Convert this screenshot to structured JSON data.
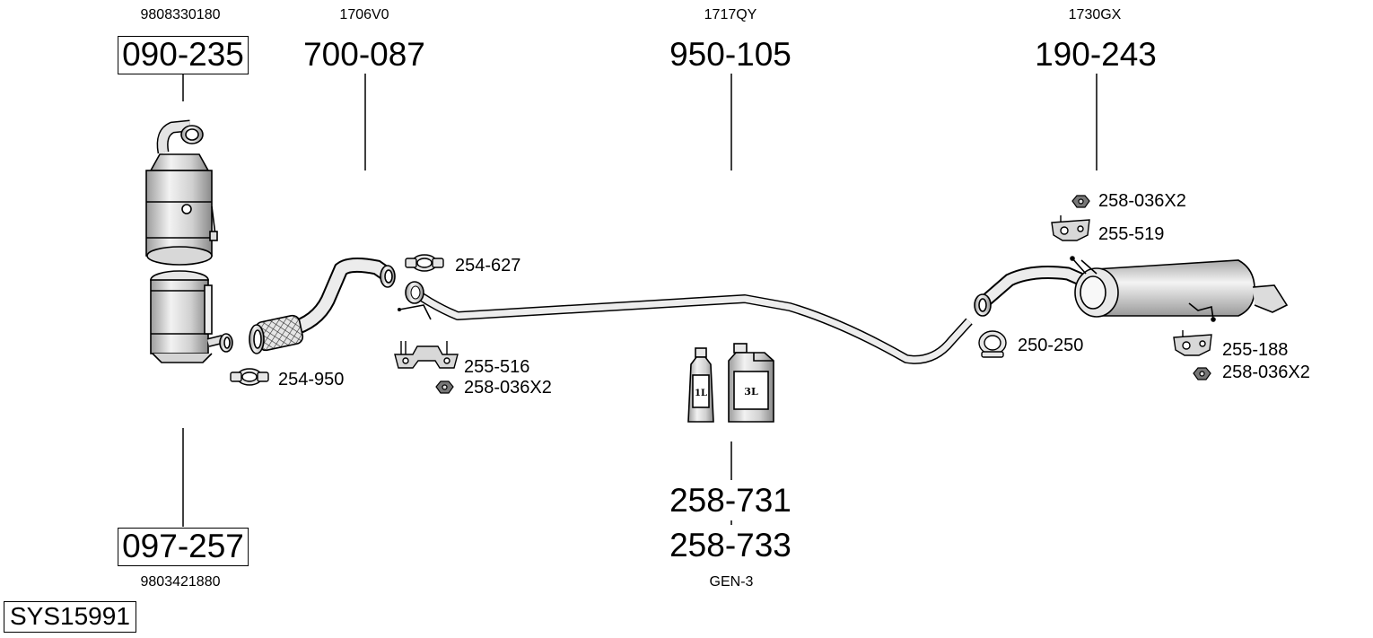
{
  "system_id": "SYS15991",
  "columns": [
    {
      "oem": "9808330180",
      "part": "090-235",
      "boxed": true
    },
    {
      "oem": "1706V0",
      "part": "700-087",
      "boxed": false
    },
    {
      "oem": "1717QY",
      "part": "950-105",
      "boxed": false
    },
    {
      "oem": "1730GX",
      "part": "190-243",
      "boxed": false
    }
  ],
  "bottom_parts": [
    {
      "part": "097-257",
      "oem": "9803421880",
      "boxed": true
    },
    {
      "part": "258-731",
      "boxed": false
    },
    {
      "part": "258-733",
      "oem": "GEN-3",
      "boxed": false
    }
  ],
  "accessories": {
    "clamp_254_627": "254-627",
    "clamp_254_950": "254-950",
    "bracket_255_516": "255-516",
    "nut_258_036_a": "258-036X2",
    "clamp_250_250": "250-250",
    "nut_258_036_b": "258-036X2",
    "bracket_255_519": "255-519",
    "bracket_255_188": "255-188",
    "nut_258_036_c": "258-036X2"
  },
  "bottle_labels": {
    "small": "1L",
    "large": "3L"
  },
  "colors": {
    "line": "#000000",
    "part_fill": "#e9e9e9",
    "part_dark": "#b8b8b8"
  }
}
